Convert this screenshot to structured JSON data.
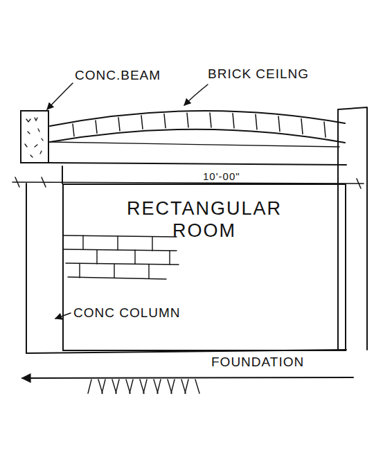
{
  "diagram": {
    "nodes": [
      {
        "text": [
          "RECTANGULAR ROOM"
        ]
      }
    ],
    "labels": [
      "CONC.BEAM",
      "BRICK CEILNG",
      "10'-00\"",
      "CONC COLUMN",
      "FOUNDATION"
    ]
  }
}
